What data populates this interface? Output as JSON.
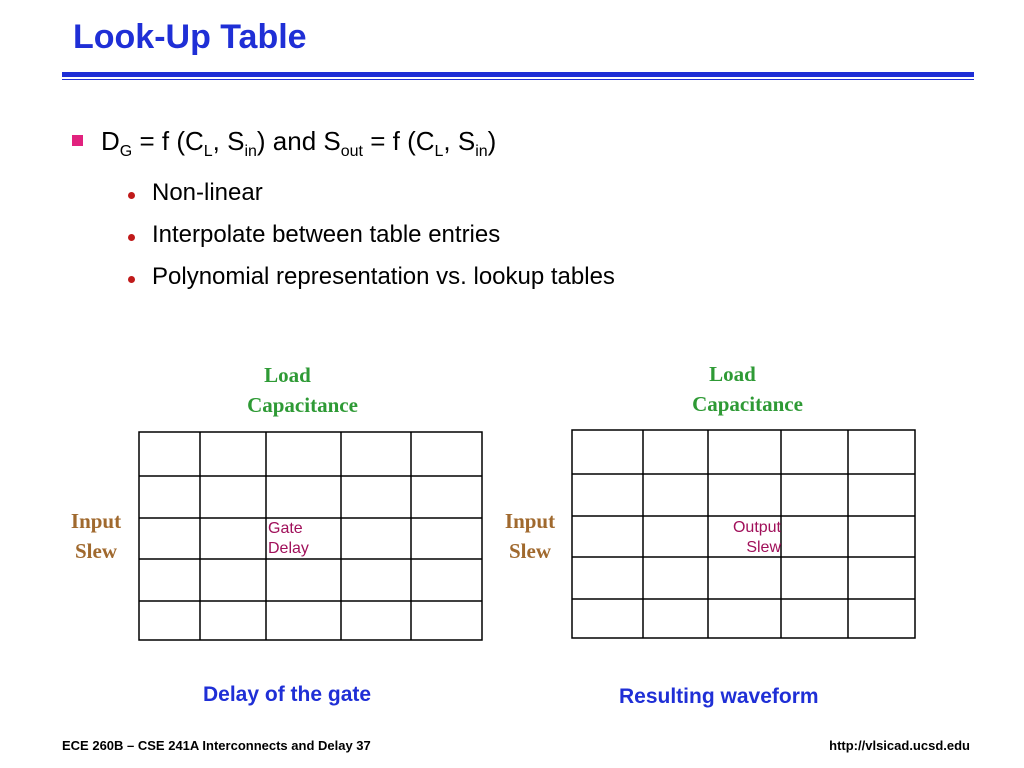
{
  "slide": {
    "title": "Look-Up Table"
  },
  "bullet": {
    "d": "D",
    "d_sub": "G",
    "eq1": " = f (C",
    "l_sub1": "L",
    "comma1": ", S",
    "in_sub1": "in",
    "mid": ") and S",
    "out_sub": "out",
    "eq2": " = f (C",
    "l_sub2": "L",
    "comma2": ", S",
    "in_sub2": "in",
    "close": ")"
  },
  "sub_items": [
    "Non-linear",
    "Interpolate between table entries",
    "Polynomial representation vs. lookup tables"
  ],
  "left_table": {
    "load_line1": "Load",
    "load_line2": "Capacitance",
    "input_line1": "Input",
    "input_line2": "Slew",
    "cell_line1": "Gate",
    "cell_line2": "Delay",
    "caption": "Delay of the gate"
  },
  "right_table": {
    "load_line1": "Load",
    "load_line2": "Capacitance",
    "input_line1": "Input",
    "input_line2": "Slew",
    "cell_line1": "Output",
    "cell_line2": "Slew",
    "caption": "Resulting waveform"
  },
  "footer": {
    "left": "ECE 260B – CSE 241A Interconnects and Delay 37",
    "right": "http://vlsicad.ucsd.edu"
  },
  "colors": {
    "title_blue": "#1f2fd6",
    "bullet_pink": "#e1227e",
    "dot_red": "#c01a1a",
    "green": "#2e9a35",
    "brown": "#a0692e",
    "cell_text": "#a0105a"
  }
}
